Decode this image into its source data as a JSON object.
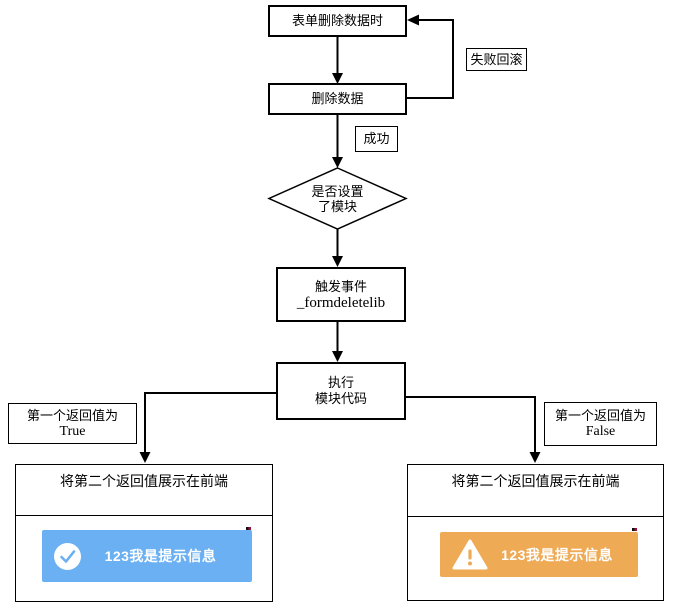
{
  "colors": {
    "connector": "#000000",
    "node_border": "#000000",
    "canvas_bg": "#ffffff"
  },
  "nodes": {
    "start": {
      "label": "表单删除数据时"
    },
    "delete_data": {
      "label": "删除数据"
    },
    "decision": {
      "line1": "是否设置",
      "line2": "了模块"
    },
    "trigger_event": {
      "line1": "触发事件",
      "line2": "_formdeletelib"
    },
    "execute_module": {
      "line1": "执行",
      "line2": "模块代码"
    },
    "branch_true": {
      "line1": "第一个返回值为",
      "line2": "True"
    },
    "branch_false": {
      "line1": "第一个返回值为",
      "line2": "False"
    },
    "display_left": {
      "label": "将第二个返回值展示在前端"
    },
    "display_right": {
      "label": "将第二个返回值展示在前端"
    }
  },
  "edge_labels": {
    "fail_rollback": "失败回滚",
    "success": "成功"
  },
  "toasts": {
    "success": {
      "icon": "check-circle-icon",
      "text": "123我是提示信息",
      "bg": "#6ab0f3",
      "text_color": "#ffffff"
    },
    "warning": {
      "icon": "warning-triangle-icon",
      "text": "123我是提示信息",
      "bg": "#eeaa55",
      "text_color": "#ffffff"
    }
  }
}
